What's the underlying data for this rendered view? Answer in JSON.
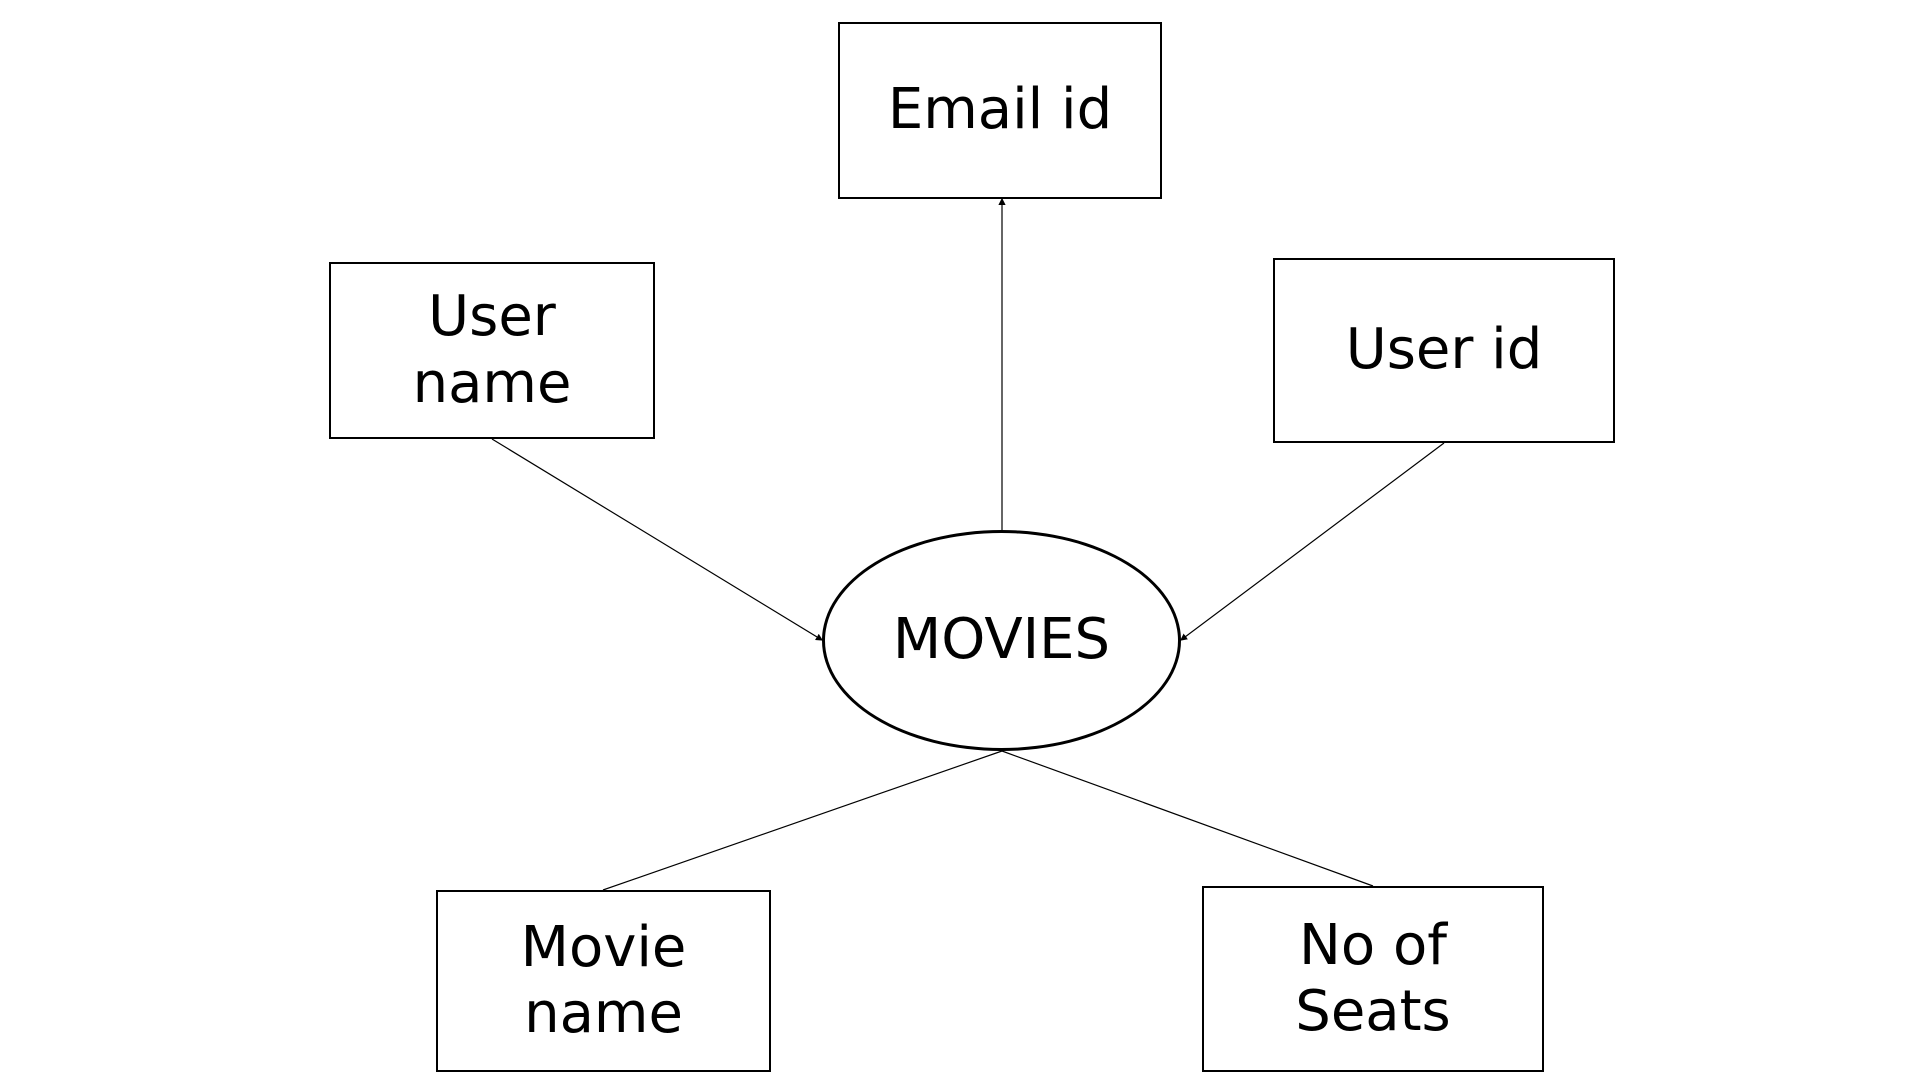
{
  "diagram": {
    "center": {
      "label": "MOVIES"
    },
    "attributes": {
      "email_id": "Email id",
      "user_name": "User\nname",
      "user_id": "User id",
      "movie_name": "Movie\nname",
      "no_of_seats": "No of\nSeats"
    }
  }
}
